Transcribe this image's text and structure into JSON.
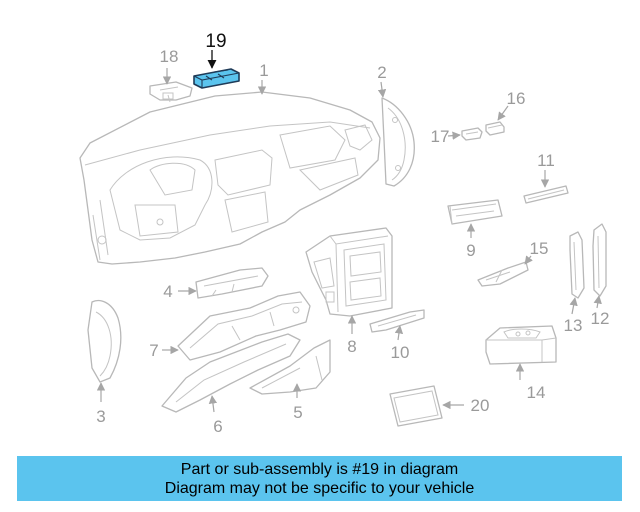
{
  "diagram": {
    "highlighted_part": "19",
    "highlight_color": "#5bc4ee",
    "callouts": {
      "c1": "1",
      "c2": "2",
      "c3": "3",
      "c4": "4",
      "c5": "5",
      "c6": "6",
      "c7": "7",
      "c8": "8",
      "c9": "9",
      "c10": "10",
      "c11": "11",
      "c12": "12",
      "c13": "13",
      "c14": "14",
      "c15": "15",
      "c16": "16",
      "c17": "17",
      "c18": "18",
      "c19": "19",
      "c20": "20"
    }
  },
  "banner": {
    "line1": "Part or sub-assembly is #19 in diagram",
    "line2": "Diagram may not be specific to your vehicle",
    "color": "#5bc4ee"
  }
}
